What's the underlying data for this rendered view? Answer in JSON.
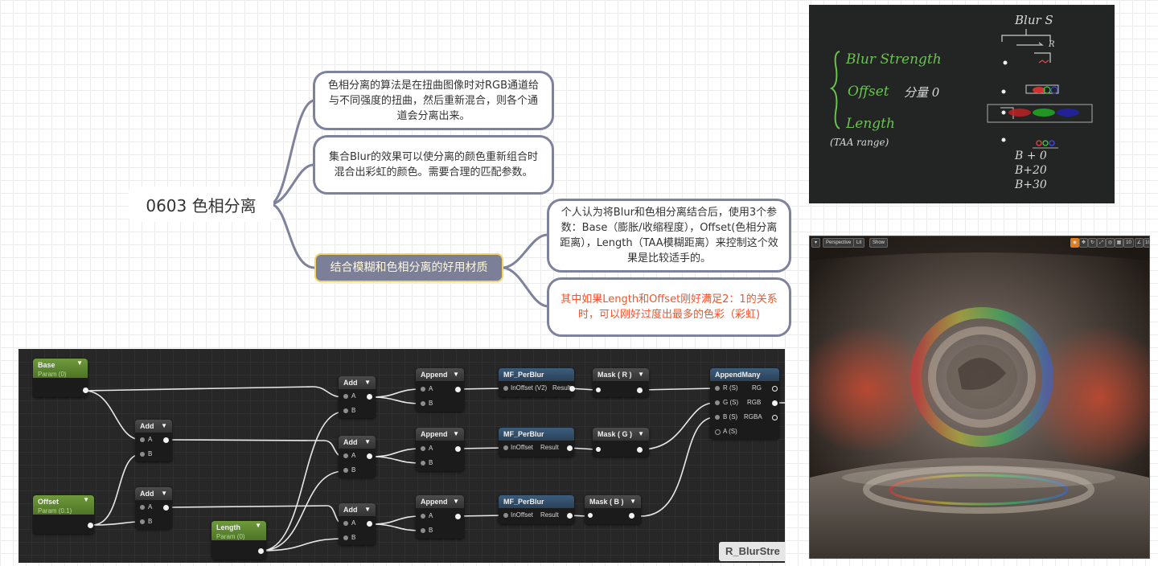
{
  "mindmap": {
    "root": "0603 色相分离",
    "node1": "色相分离的算法是在扭曲图像时对RGB通道给与不同强度的扭曲，然后重新混合，则各个通道会分离出来。",
    "node2": "集合Blur的效果可以使分离的颜色重新组合时混合出彩虹的颜色。需要合理的匹配参数。",
    "node3": "结合模糊和色相分离的好用材质",
    "node4": "个人认为将Blur和色相分离结合后，使用3个参数：Base（膨胀/收缩程度），Offset(色相分离距离），Length（TAA模糊距离）来控制这个效果是比较适手的。",
    "node5": "其中如果Length和Offset刚好满足2：1的关系时，可以刚好过度出最多的色彩（彩虹)",
    "colors": {
      "border": "#7e829a",
      "highlight_fill": "#7b7f98",
      "highlight_border": "#f3d46a",
      "warning_text": "#f0552c"
    }
  },
  "whiteboard": {
    "top_label": "Blur S",
    "r_label": "R",
    "blur_strength": "Blur Strength",
    "offset": "Offset",
    "offset_note": "分量 0",
    "length": "Length",
    "taa_range": "(TAA range)",
    "b0": "B + 0",
    "b20": "B+20",
    "b30": "B+30"
  },
  "viewport": {
    "mode_button": "Perspective",
    "lit_button": "Lit",
    "show_button": "Show",
    "grid_value": "10",
    "rot_value": "10"
  },
  "graph": {
    "base": {
      "title": "Base",
      "sub": "Param (0)"
    },
    "offset": {
      "title": "Offset",
      "sub": "Param (0.1)"
    },
    "length": {
      "title": "Length",
      "sub": "Param (0)"
    },
    "add": "Add",
    "append": "Append",
    "perblur": "MF_PerBlur",
    "mask_r": "Mask ( R )",
    "mask_g": "Mask ( G )",
    "mask_b": "Mask ( B )",
    "appendmany": "AppendMany",
    "pin_a": "A",
    "pin_b": "B",
    "pin_inoffset_v2": "InOffset (V2)",
    "pin_inoffset": "InOffset",
    "pin_result": "Result",
    "pin_rs": "R (S)",
    "pin_gs": "G (S)",
    "pin_bs": "B (S)",
    "pin_as": "A (S)",
    "out_rg": "RG",
    "out_rgb": "RGB",
    "out_rgba": "RGBA",
    "asset_name": "R_BlurStre"
  }
}
